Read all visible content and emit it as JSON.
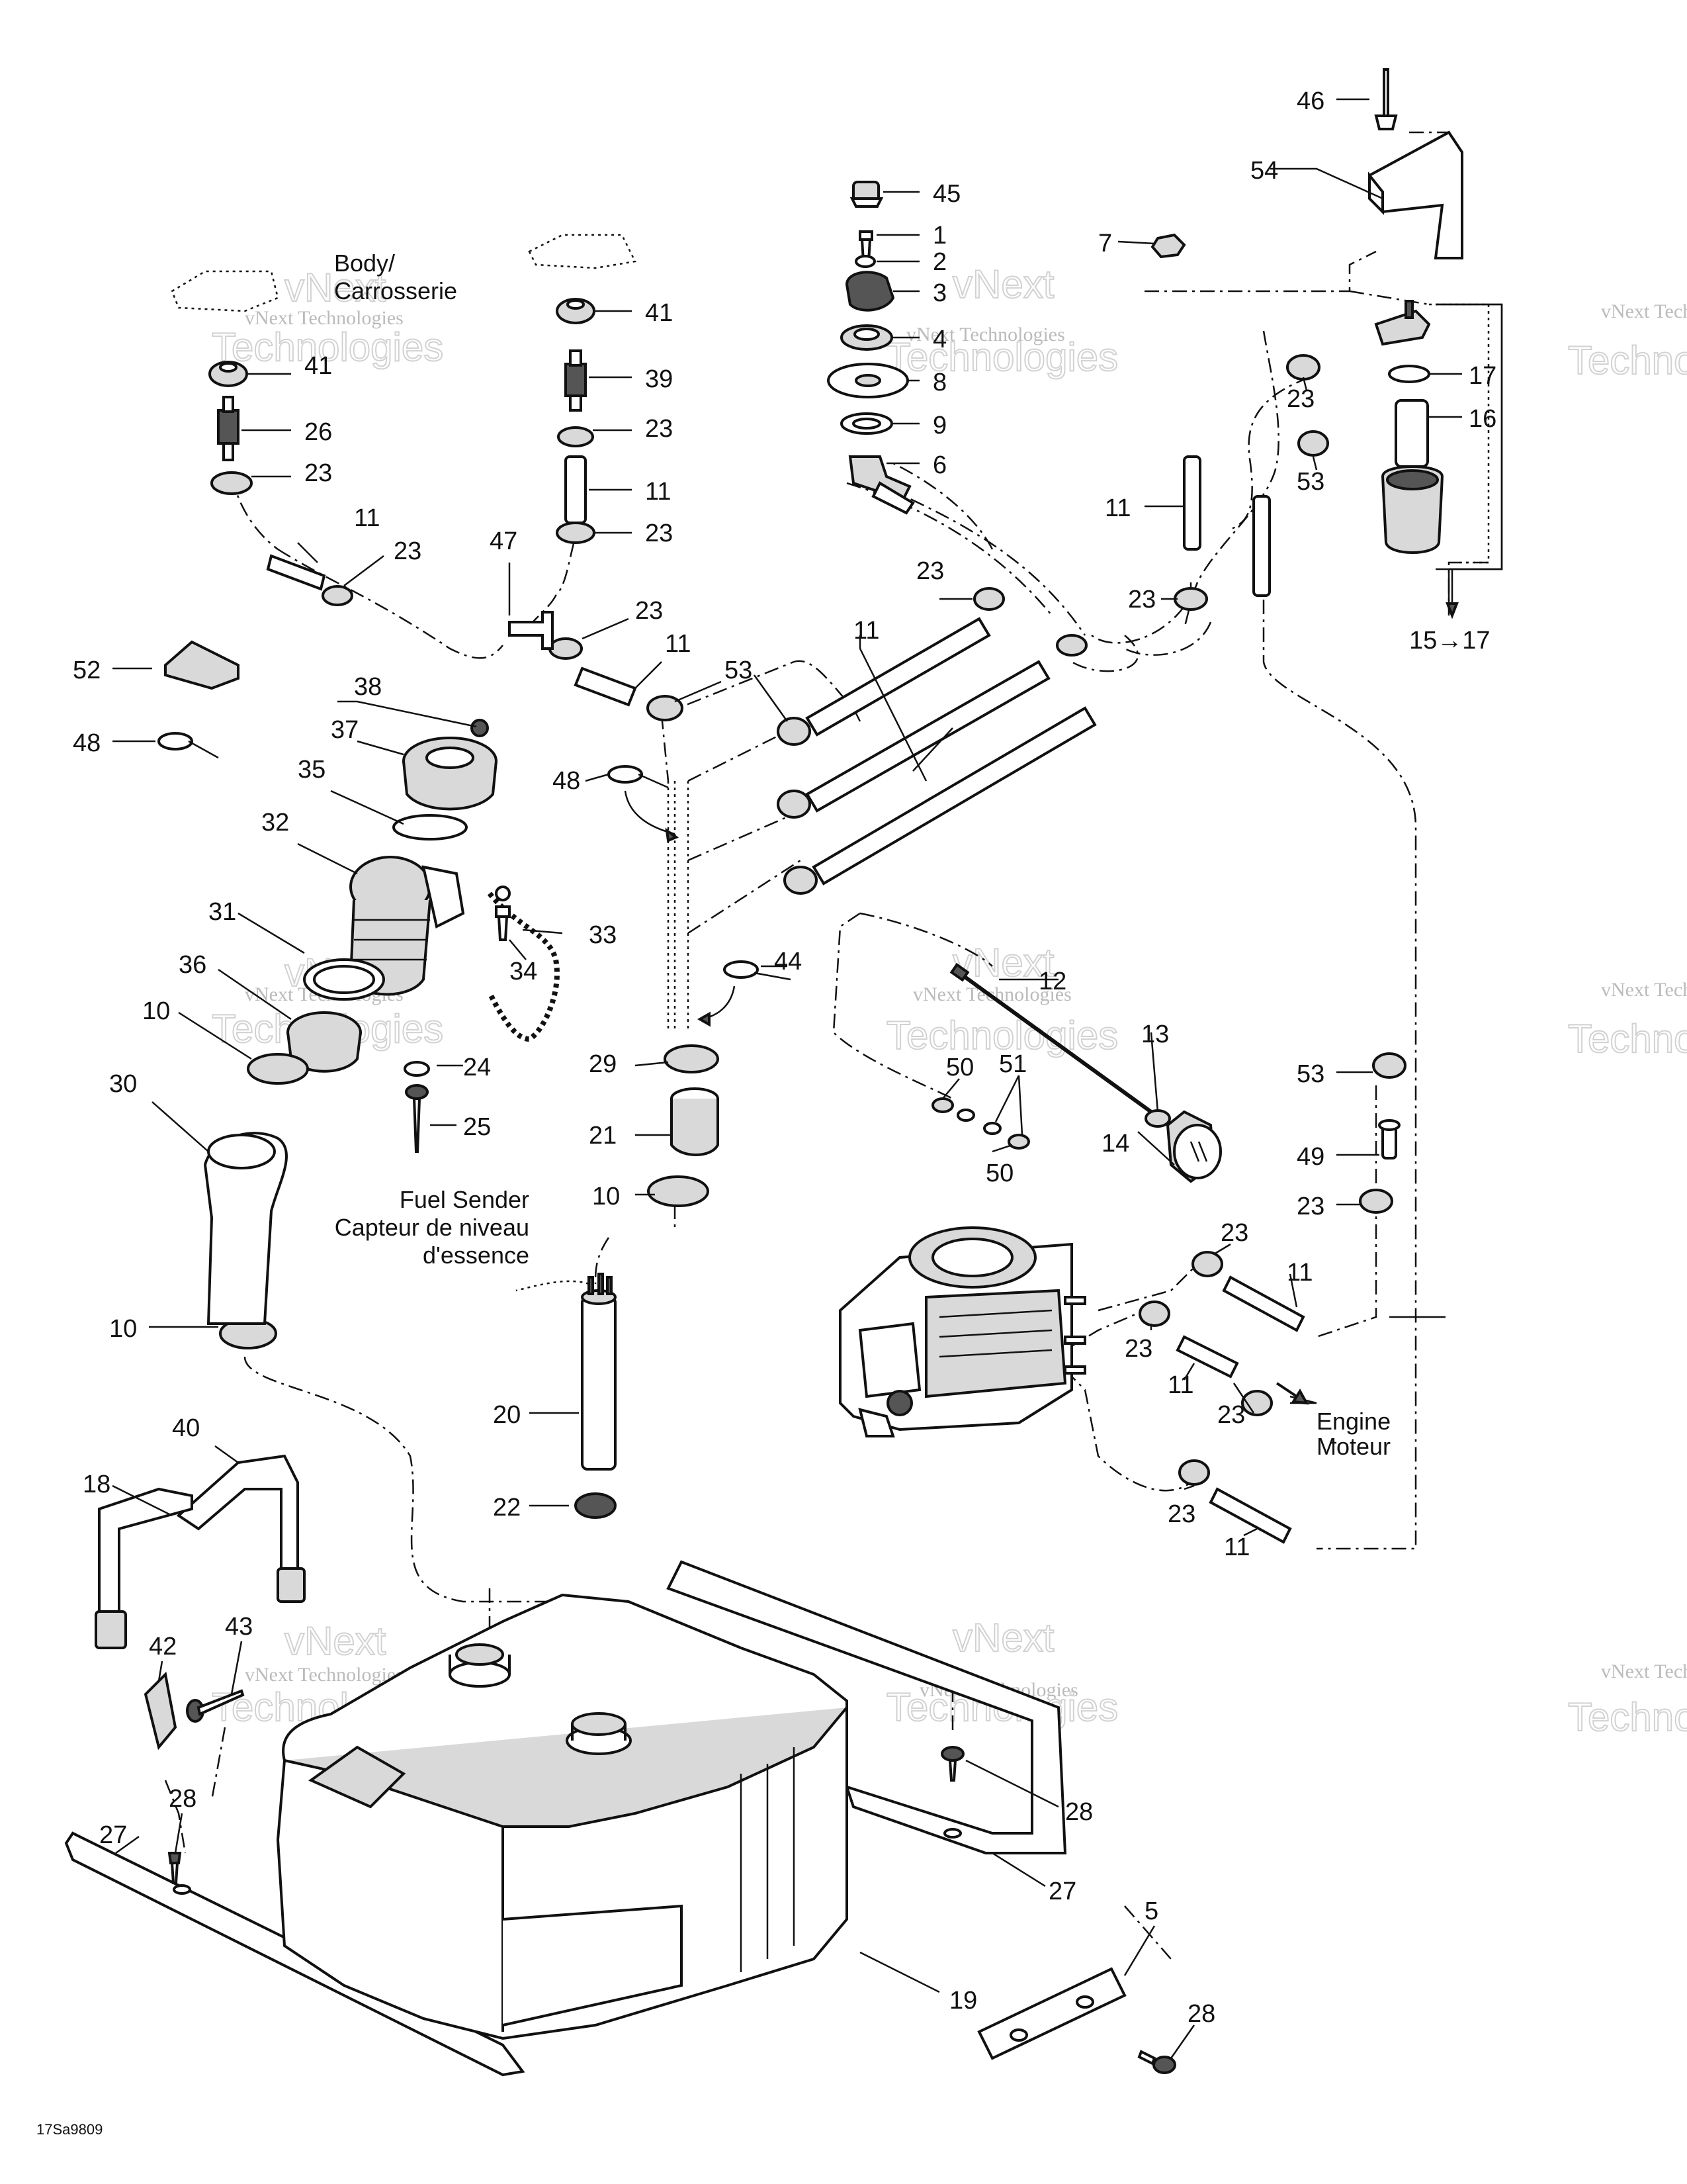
{
  "labels": {
    "l46": "46",
    "l54": "54",
    "l45": "45",
    "l1": "1",
    "l2": "2",
    "l3": "3",
    "l4": "4",
    "l8": "8",
    "l9": "9",
    "l6": "6",
    "l7": "7",
    "l17a": "17",
    "l16": "16",
    "l23a": "23",
    "l53a": "53",
    "l11a": "11",
    "l23b": "23",
    "l1517": "15→17",
    "l41a": "41",
    "l26": "26",
    "l23c": "23",
    "l11b": "11",
    "l23d": "23",
    "l41b": "41",
    "l39": "39",
    "l23e": "23",
    "l11c": "11",
    "l23f": "23",
    "l47": "47",
    "l23g": "23",
    "l11d": "11",
    "l53b": "53",
    "l11e": "11",
    "l23h": "23",
    "l52": "52",
    "l48a": "48",
    "l38": "38",
    "l37": "37",
    "l35": "35",
    "l48b": "48",
    "l32": "32",
    "l33": "33",
    "l34": "34",
    "l31": "31",
    "l36": "36",
    "l10a": "10",
    "l44": "44",
    "l24": "24",
    "l25": "25",
    "l30": "30",
    "l29": "29",
    "l21": "21",
    "l10b": "10",
    "l12": "12",
    "l13": "13",
    "l14": "14",
    "l50a": "50",
    "l51": "51",
    "l50b": "50",
    "l53c": "53",
    "l49": "49",
    "l23i": "23",
    "l23j": "23",
    "l11f": "11",
    "l23k": "23",
    "l11g": "11",
    "l23l": "23",
    "l23m": "23",
    "l11h": "11",
    "l10c": "10",
    "l20": "20",
    "l22": "22",
    "l40": "40",
    "l18": "18",
    "l42": "42",
    "l43": "43",
    "l28a": "28",
    "l27a": "27",
    "l28b": "28",
    "l27b": "27",
    "l19": "19",
    "l5": "5",
    "l28c": "28"
  },
  "notes": {
    "body_1": "Body/",
    "body_2": "Carrosserie",
    "sender_1": "Fuel Sender",
    "sender_2": "Capteur de niveau",
    "sender_3": "d'essence",
    "engine_1": "Engine",
    "engine_2": "Moteur"
  },
  "figure_code": "17Sa9809",
  "watermark": {
    "line1": "vNext",
    "line2": "vNext Technologies",
    "line3": "Technologies"
  }
}
